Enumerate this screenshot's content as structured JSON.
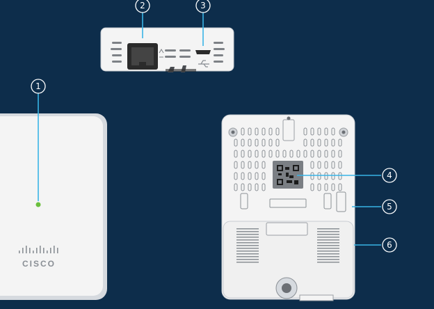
{
  "colors": {
    "background": "#0d2d4b",
    "callout_line": "#38b4e6",
    "device_body": "#f4f4f4",
    "device_edge": "#c9cdd2",
    "led": "#6abf3c",
    "port": "#2b2b2b"
  },
  "front_view": {
    "logo_text": "CISCO"
  },
  "callouts": [
    {
      "number": "1",
      "target": "status-led"
    },
    {
      "number": "2",
      "target": "ethernet-port"
    },
    {
      "number": "3",
      "target": "usb-port"
    },
    {
      "number": "4",
      "target": "qr-code-label"
    },
    {
      "number": "5",
      "target": "mounting-slot"
    },
    {
      "number": "6",
      "target": "mounting-bracket"
    }
  ]
}
